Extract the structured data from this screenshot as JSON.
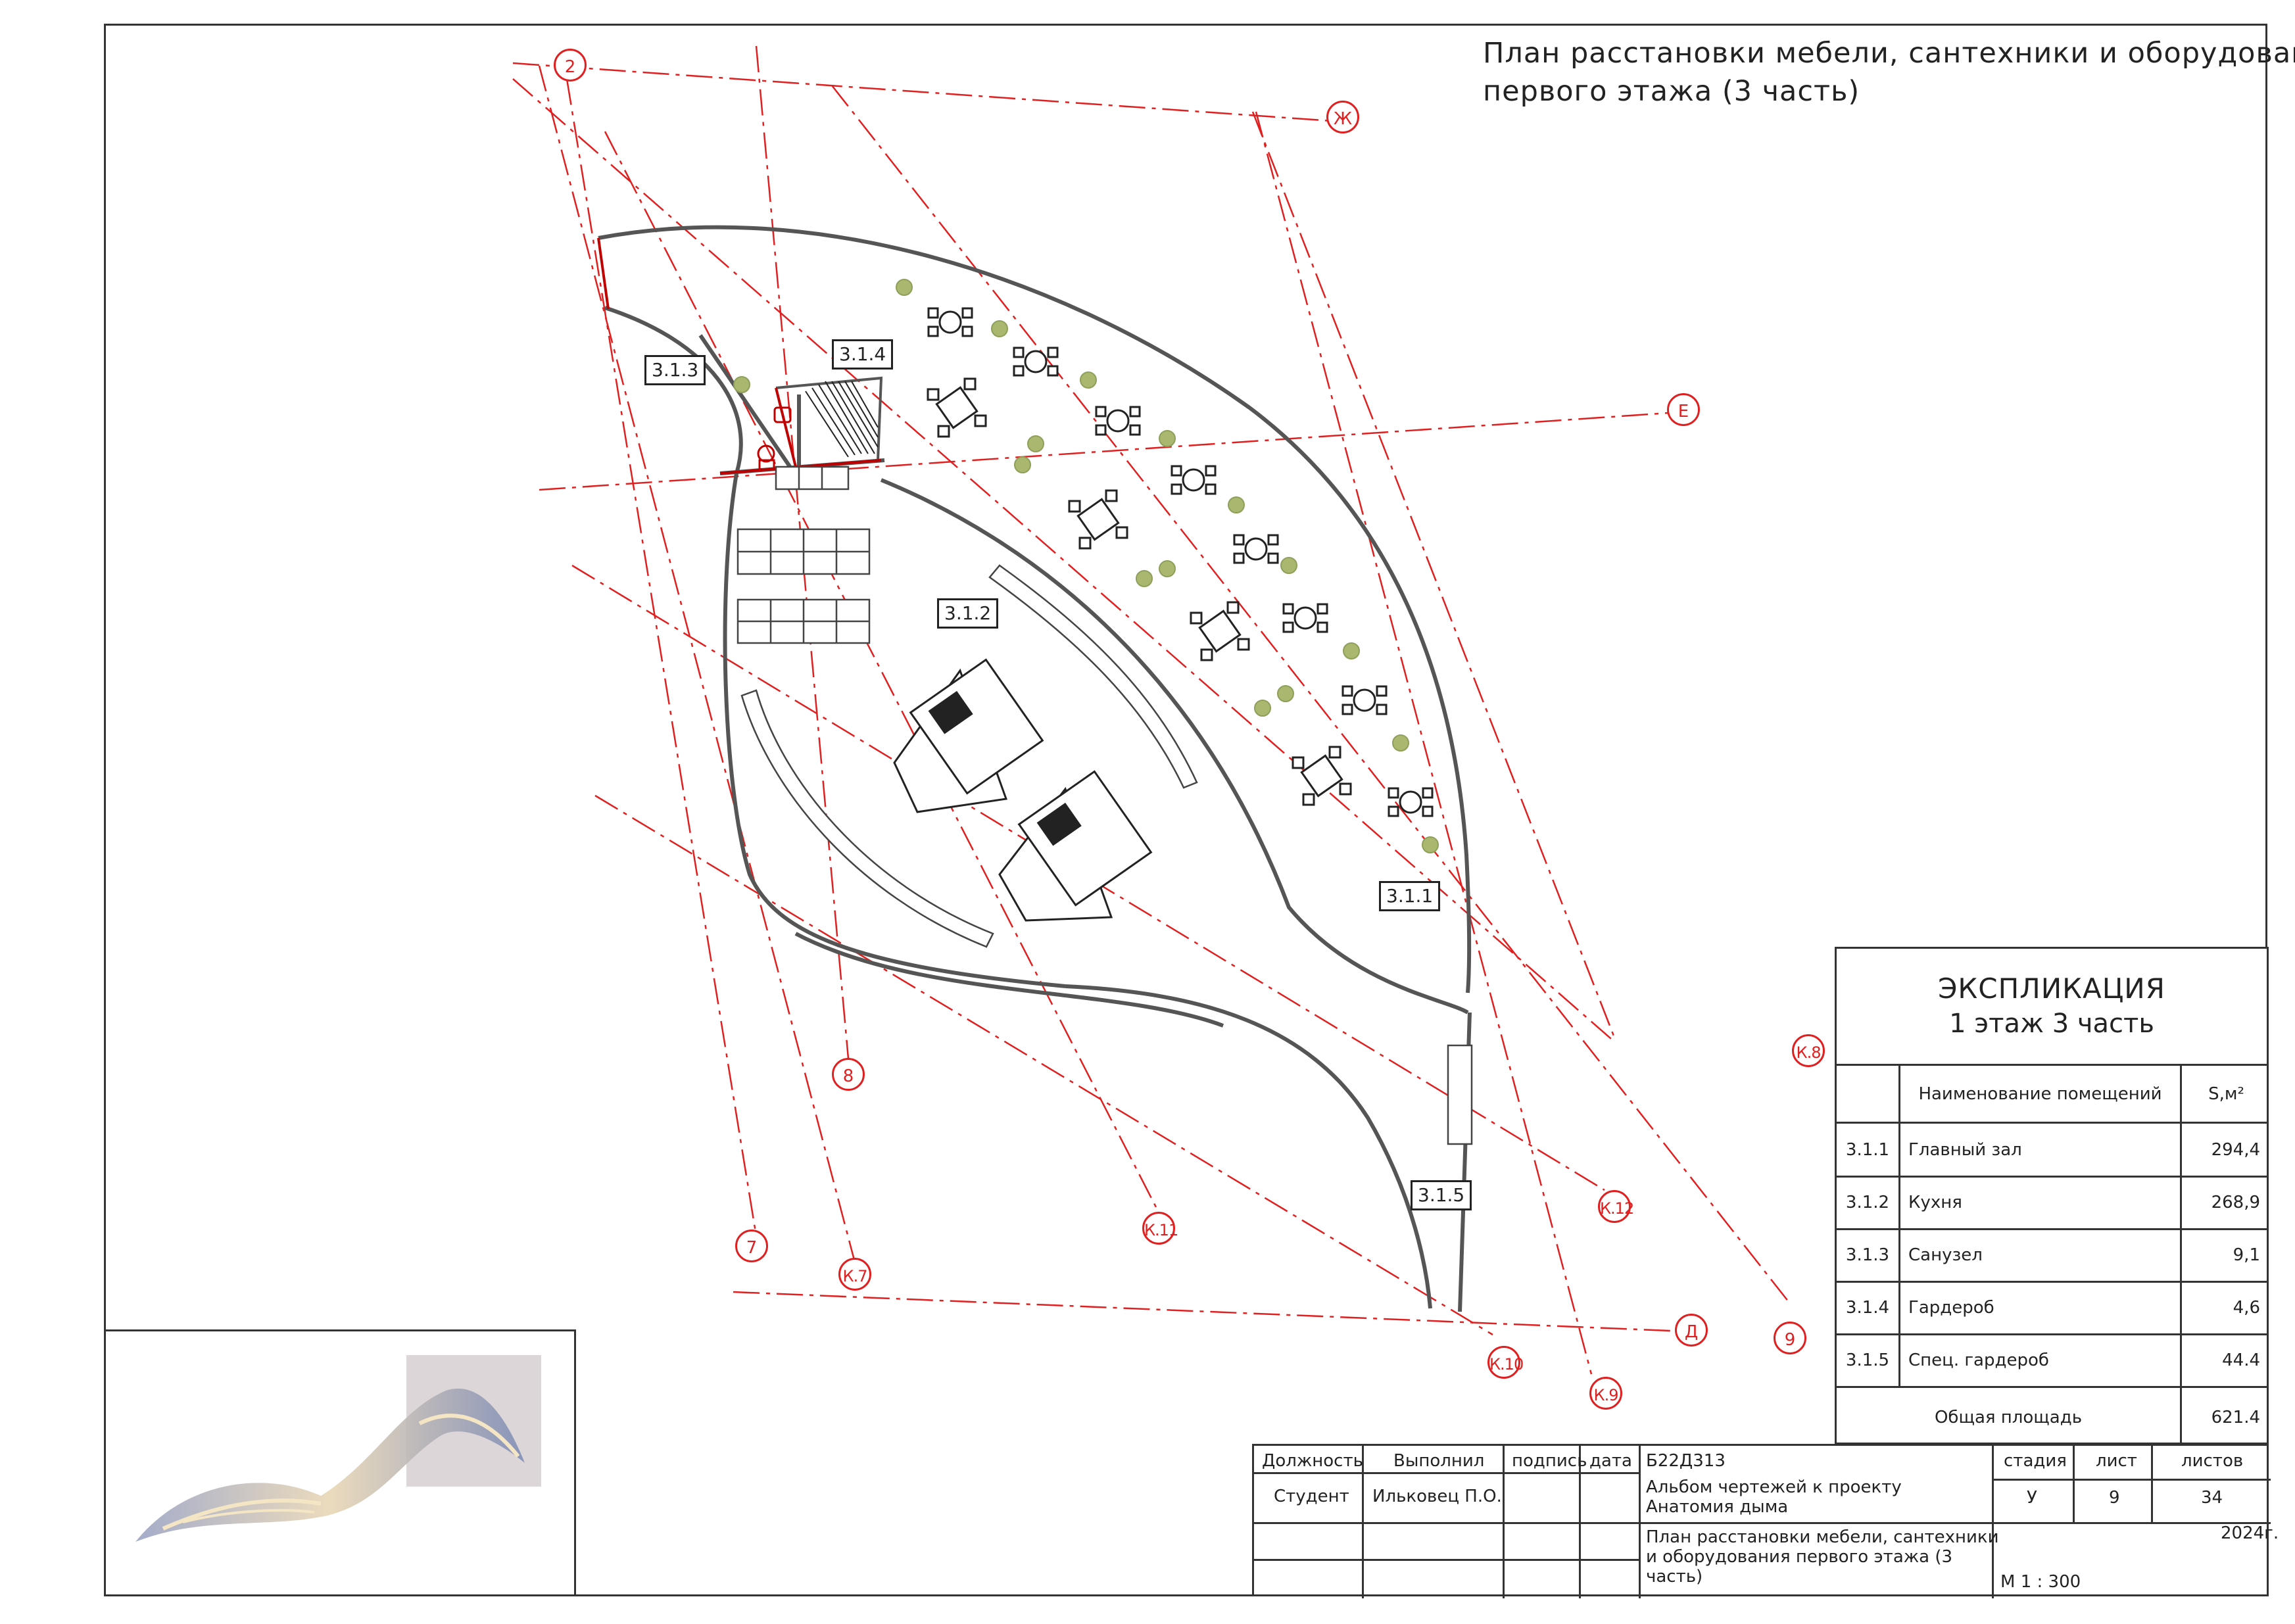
{
  "title": {
    "line1": "План расстановки мебели, сантехники и оборудования",
    "line2": "первого этажа (3 часть)"
  },
  "rooms": {
    "r311": "3.1.1",
    "r312": "3.1.2",
    "r313": "3.1.3",
    "r314": "3.1.4",
    "r315": "3.1.5"
  },
  "axes": {
    "a2": "2",
    "zh": "Ж",
    "e": "Е",
    "d": "Д",
    "a7": "7",
    "a8": "8",
    "a9": "9",
    "k7": "К.7",
    "k8": "К.8",
    "k9": "К.9",
    "k10": "К.10",
    "k11": "К.11",
    "k12": "К.12"
  },
  "explication": {
    "title": "ЭКСПЛИКАЦИЯ",
    "subtitle": "1 этаж 3 часть",
    "col_name": "Наименование помещений",
    "col_area": "S,м²",
    "rows": [
      {
        "num": "3.1.1",
        "name": "Главный зал",
        "area": "294,4"
      },
      {
        "num": "3.1.2",
        "name": "Кухня",
        "area": "268,9"
      },
      {
        "num": "3.1.3",
        "name": "Санузел",
        "area": "9,1"
      },
      {
        "num": "3.1.4",
        "name": "Гардероб",
        "area": "4,6"
      },
      {
        "num": "3.1.5",
        "name": "Спец. гардероб",
        "area": "44.4"
      }
    ],
    "total_label": "Общая площадь",
    "total_value": "621.4"
  },
  "stamp": {
    "h_position": "Должность",
    "h_done": "Выполнил",
    "h_sign": "подпись",
    "h_date": "дата",
    "position": "Студент",
    "author": "Ильковец П.О.",
    "code": "Б22Д313",
    "album1": "Альбом чертежей к проекту",
    "album2": "Анатомия дыма",
    "h_stage": "стадия",
    "h_sheet": "лист",
    "h_sheets": "листов",
    "stage": "У",
    "sheet": "9",
    "sheets": "34",
    "sheet_title1": "План расстановки мебели, сантехники",
    "sheet_title2": "и оборудования первого этажа (3",
    "sheet_title3": "часть)",
    "year": "2024г.",
    "scale": "М 1 : 300"
  },
  "colors": {
    "axis": "#e02020",
    "wall": "#555555",
    "plant": "#8da05a"
  }
}
